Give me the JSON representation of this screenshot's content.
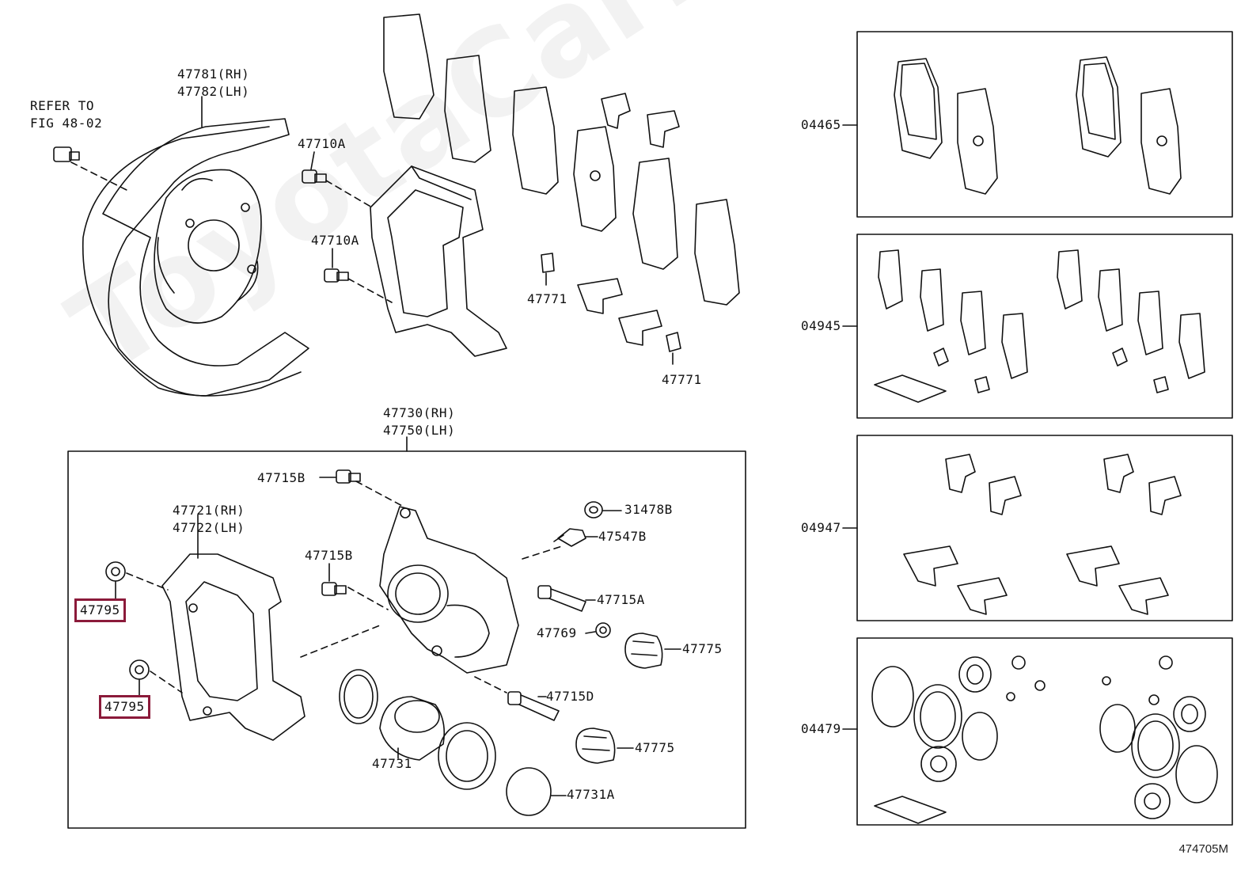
{
  "watermark": "ToyotaCarMine.ru",
  "figure_code": "474705M",
  "labels": {
    "refer_to": "REFER TO",
    "fig_ref": "FIG 48-02",
    "shield_rh": "47781(RH)",
    "shield_lh": "47782(LH)",
    "bolt_upper": "47710A",
    "bolt_lower": "47710A",
    "clip_upper": "47771",
    "clip_lower": "47771",
    "caliper_rh": "47730(RH)",
    "caliper_lh": "47750(LH)",
    "bolt_b_top": "47715B",
    "bolt_b_mid": "47715B",
    "mount_rh": "47721(RH)",
    "mount_lh": "47722(LH)",
    "plug_upper": "47795",
    "plug_lower": "47795",
    "cap": "31478B",
    "bleeder": "47547B",
    "pin_a": "47715A",
    "bush": "47769",
    "boot_upper": "47775",
    "pin_d": "47715D",
    "boot_lower": "47775",
    "piston": "47731",
    "seal": "47731A",
    "kit_pads": "04465",
    "kit_shims": "04945",
    "kit_clips": "04947",
    "kit_seals": "04479"
  },
  "colors": {
    "line": "#111111",
    "highlight": "#8b1a3a"
  }
}
